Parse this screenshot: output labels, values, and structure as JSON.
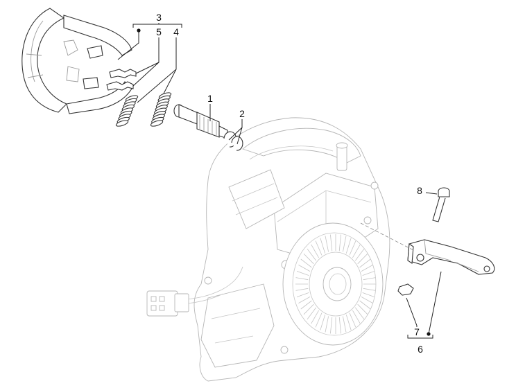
{
  "callouts": {
    "c1": "1",
    "c2": "2",
    "c3": "3",
    "c4": "4",
    "c5": "5",
    "c6": "6",
    "c7": "7",
    "c8": "8"
  },
  "colors": {
    "line": "#222222",
    "ghost": "#b5b5b5",
    "background": "#ffffff"
  }
}
